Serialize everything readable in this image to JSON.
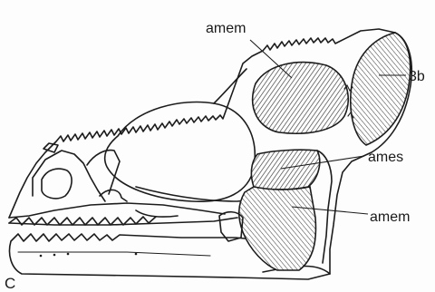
{
  "figure": {
    "panel_letter": "C",
    "labels": {
      "amem_top": "amem",
      "b3": "3b",
      "ames": "ames",
      "amem_bottom": "amem"
    },
    "colors": {
      "ink": "#1c1c1c",
      "muscle_fill": "#9a9a9a",
      "paper": "#fdfdfd"
    }
  }
}
